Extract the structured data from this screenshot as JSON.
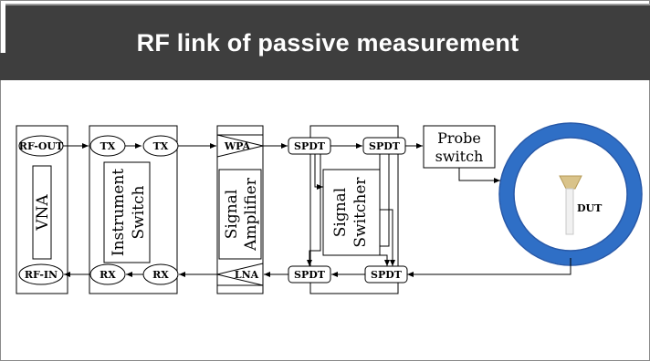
{
  "title": "RF link of passive measurement",
  "vna": {
    "block_label": "VNA",
    "rf_out": "RF-OUT",
    "rf_in": "RF-IN"
  },
  "instrument_switch": {
    "line1": "Instrument",
    "line2": "Switch",
    "tx_in": "TX",
    "tx_out": "TX",
    "rx_in": "RX",
    "rx_out": "RX"
  },
  "signal_amplifier": {
    "line1": "Signal",
    "line2": "Amplifier",
    "wpa": "WPA",
    "lna": "LNA"
  },
  "signal_switcher": {
    "line1": "Signal",
    "line2": "Switcher",
    "spdt_top_left": "SPDT",
    "spdt_top_right": "SPDT",
    "spdt_bottom_left": "SPDT",
    "spdt_bottom_right": "SPDT"
  },
  "probe_switch": {
    "line1": "Probe",
    "line2": "switch"
  },
  "dut": {
    "label": "DUT"
  },
  "colors": {
    "title_bar": "#3e3e3e",
    "chamber_ring": "#2f6fc6",
    "probe_horn": "#d9c38a"
  }
}
